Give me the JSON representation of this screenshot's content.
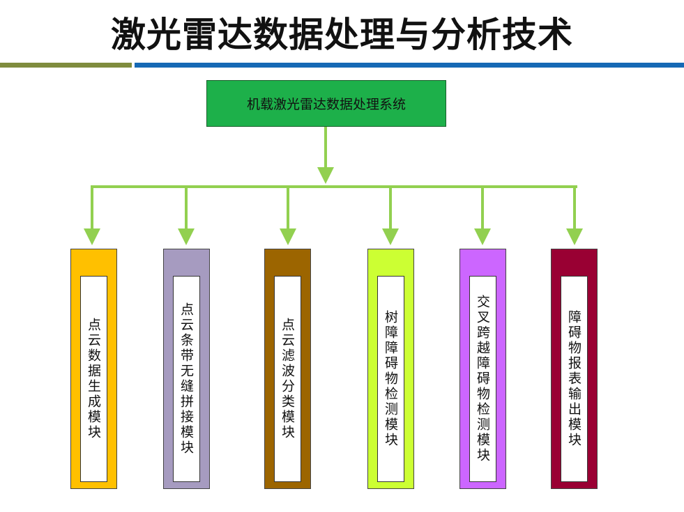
{
  "title": "激光雷达数据处理与分析技术",
  "root": "机载激光雷达数据处理系统",
  "connector_color": "#92d050",
  "modules": [
    {
      "label": "点云数据生成模块",
      "color": "#ffc000"
    },
    {
      "label": "点云条带无缝拼接模块",
      "color": "#a69bc0"
    },
    {
      "label": "点云滤波分类模块",
      "color": "#9c6500"
    },
    {
      "label": "树障障碍物检测模块",
      "color": "#ccff33"
    },
    {
      "label": "交叉跨越障碍物检测模块",
      "color": "#cc66ff"
    },
    {
      "label": "障碍物报表输出模块",
      "color": "#990033"
    }
  ]
}
